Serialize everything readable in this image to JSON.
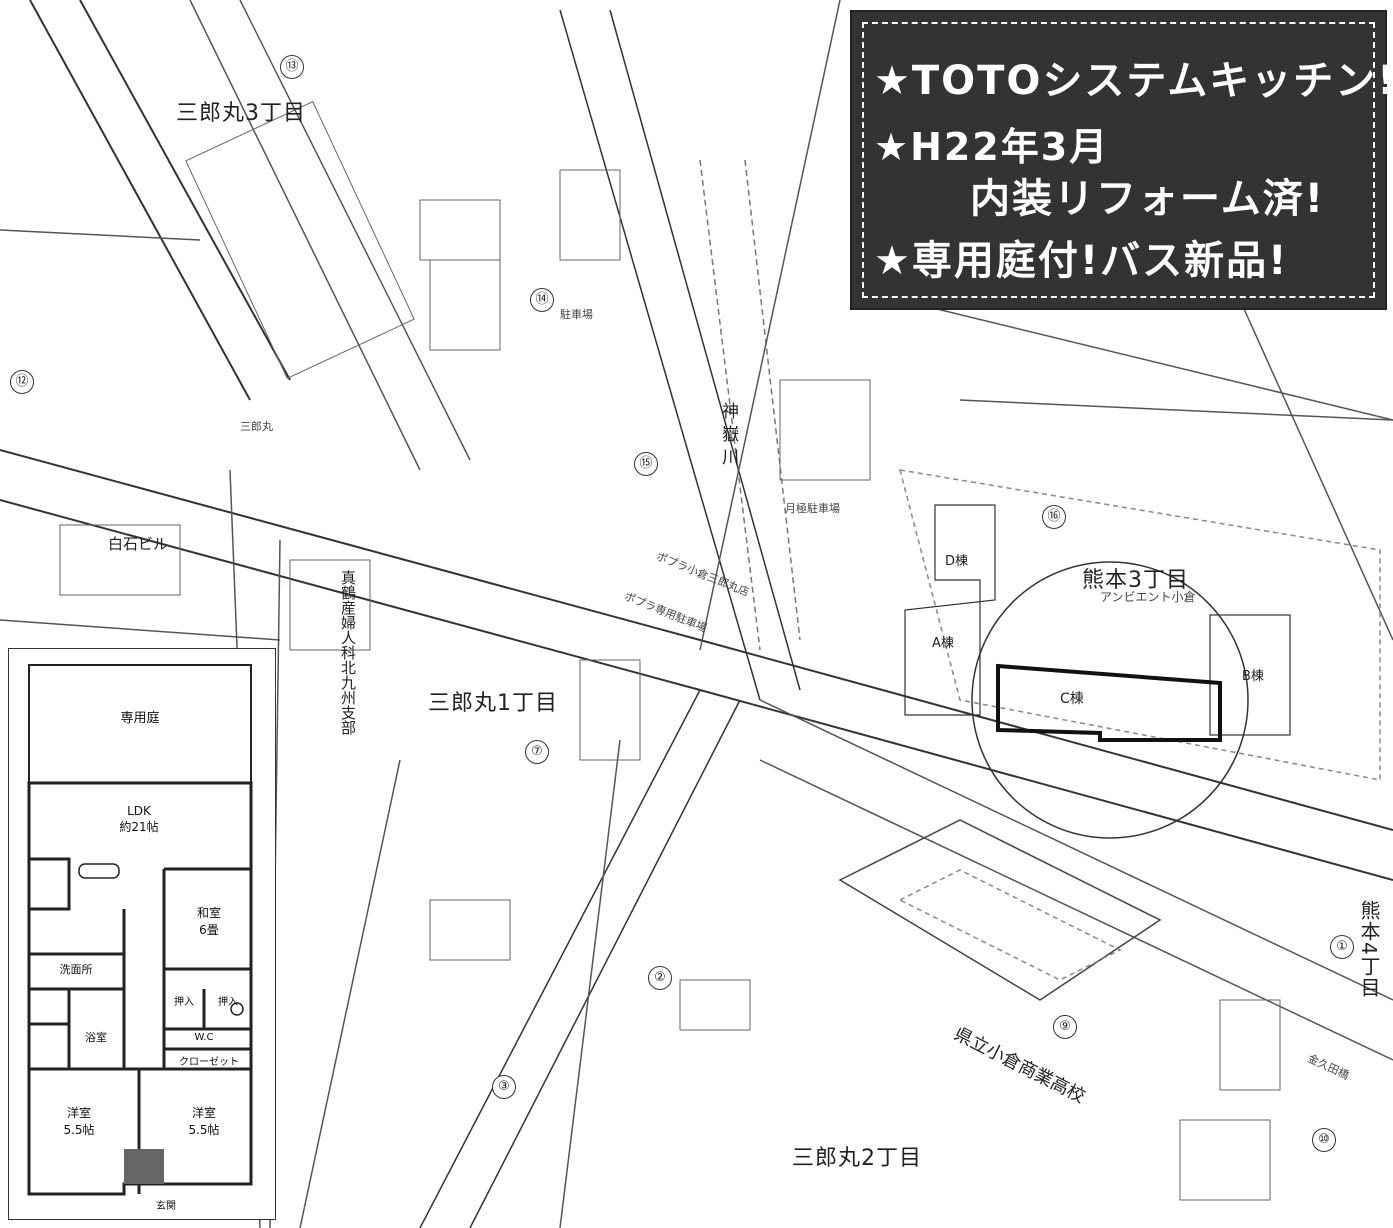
{
  "banner": {
    "line1": "★TOTOシステムキッチン!",
    "line2": "★H22年3月",
    "line3": "内装リフォーム済!",
    "line4": "★専用庭付!バス新品!"
  },
  "districts": {
    "saburomaru3": "三郎丸3丁目",
    "saburomaru1": "三郎丸1丁目",
    "saburomaru2": "三郎丸2丁目",
    "kumamoto3": "熊本3丁目",
    "kumamoto4": "熊本4丁目"
  },
  "complex": {
    "name": "アンビエント小倉",
    "building_a": "A棟",
    "building_b": "B棟",
    "building_c": "C棟",
    "building_d": "D棟"
  },
  "landmarks": {
    "school": "県立小倉商業高校",
    "hospital": "真鶴産婦人科北九州支部",
    "shiraishi": "白石ビル",
    "river": "神嶽川",
    "poplar_parking": "ポプラ専用駐車場",
    "poplar_store": "ポプラ小倉三郎丸店",
    "saburomaru_bus": "三郎丸",
    "kanakuda": "金久田橋",
    "parking": "駐車場",
    "monthly_parking": "月極駐車場"
  },
  "block_numbers": [
    "⑬",
    "⑫",
    "⑭",
    "⑮",
    "⑯",
    "⑦",
    "②",
    "③",
    "⑨",
    "⑩",
    "①"
  ],
  "floorplan": {
    "garden": "専用庭",
    "ldk": "LDK\n約21帖",
    "washitsu": "和室\n6畳",
    "senmen": "洗面所",
    "yokushitsu": "浴室",
    "oshiire1": "押入",
    "oshiire2": "押入",
    "wc": "W.C",
    "closet": "クローゼット",
    "yoshitsu1": "洋室\n5.5帖",
    "yoshitsu2": "洋室\n5.5帖",
    "genkan": "玄関"
  }
}
